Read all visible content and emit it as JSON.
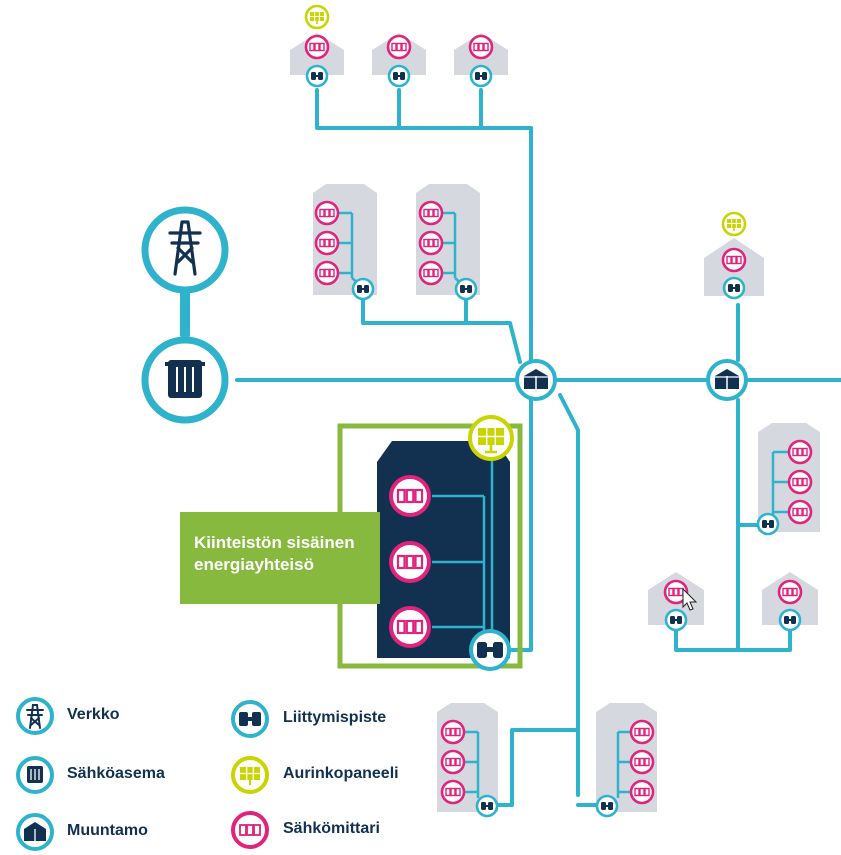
{
  "community_label": {
    "line1": "Kiinteistön sisäinen",
    "line2": "energiayhteisö"
  },
  "legend": {
    "grid": "Verkko",
    "substation": "Sähköasema",
    "transformer": "Muuntamo",
    "connection_point": "Liittymispiste",
    "solar_panel": "Aurinkopaneeli",
    "meter": "Sähkömittari"
  },
  "meter_text": "000",
  "colors": {
    "line": "#2fb3cc",
    "navy": "#123050",
    "house": "#d5d8de",
    "meter": "#e0237c",
    "solar": "#c9d400",
    "green": "#86b93d"
  },
  "icons": [
    "tower-icon",
    "substation-icon",
    "transformer-icon",
    "connection-point-icon",
    "solar-panel-icon",
    "meter-icon",
    "house-icon",
    "building-icon",
    "cursor-icon"
  ]
}
